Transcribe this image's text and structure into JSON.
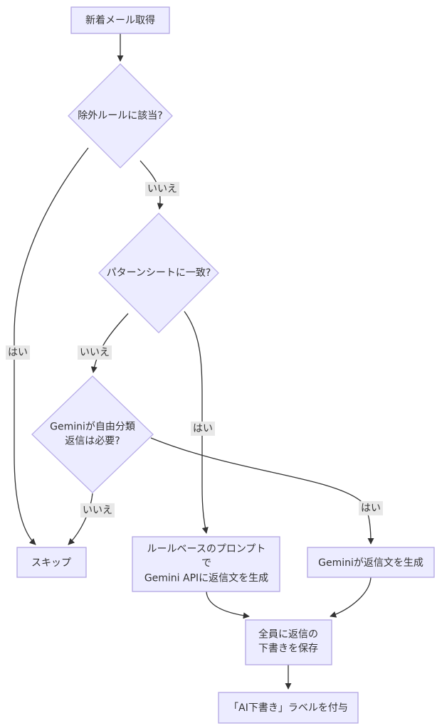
{
  "colors": {
    "background": "#FFFFFF",
    "node_fill": "#ECECFF",
    "node_border": "#B3A6E3",
    "edge": "#333333",
    "edge_label_bg": "#E8E8E8",
    "text": "#333333"
  },
  "nodes": {
    "fetch_mail": {
      "label": "新着メール取得",
      "type": "process"
    },
    "exclusion_check": {
      "label": "除外ルールに該当?",
      "type": "decision"
    },
    "pattern_check": {
      "label": "パターンシートに一致?",
      "type": "decision"
    },
    "gemini_check": {
      "line1": "Geminiが自由分類",
      "line2": "返信は必要?",
      "type": "decision"
    },
    "skip": {
      "label": "スキップ",
      "type": "process"
    },
    "rule_prompt": {
      "line1": "ルールベースのプロンプト",
      "line2": "で",
      "line3": "Gemini APIに返信文を生成",
      "type": "process"
    },
    "gemini_generate": {
      "label": "Geminiが返信文を生成",
      "type": "process"
    },
    "save_draft": {
      "line1": "全員に返信の",
      "line2": "下書きを保存",
      "type": "process"
    },
    "add_label": {
      "label": "「AI下書き」ラベルを付与",
      "type": "process"
    }
  },
  "edge_labels": {
    "exclusion_yes": "はい",
    "exclusion_no": "いいえ",
    "pattern_no": "いいえ",
    "pattern_yes": "はい",
    "gemini_no": "いいえ",
    "gemini_yes": "はい"
  }
}
